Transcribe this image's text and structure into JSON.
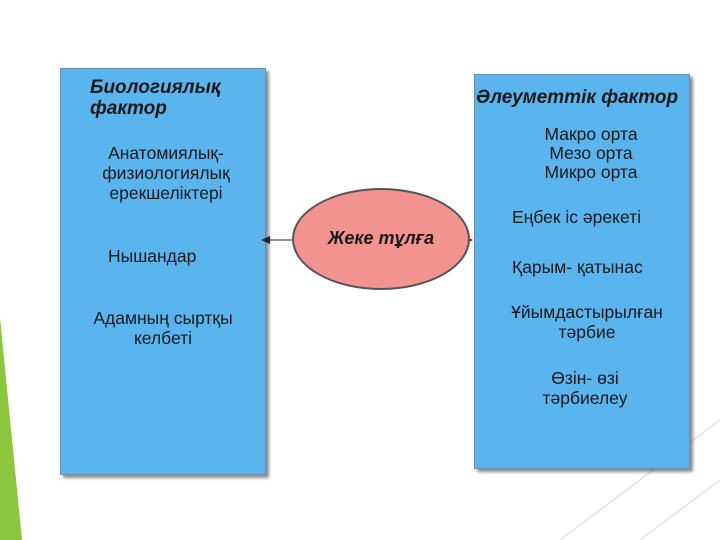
{
  "accent_colors": {
    "slide_green": "#8cc63f",
    "box_blue": "#5ab4ee",
    "center_pink": "#f3938f"
  },
  "center": {
    "label": "Жеке тұлға"
  },
  "left_box": {
    "heading": "Биологиялық\nфактор",
    "items": [
      "Анатомиялық-\nфизиологиялық\nерекшеліктері",
      "Нышандар",
      "Адамның сыртқы\nкелбеті"
    ]
  },
  "right_box": {
    "heading": "Әлеуметтік фактор",
    "items": [
      "Макро орта\nМезо орта\nМикро орта",
      "Еңбек іс әрекеті",
      "Қарым- қатынас",
      "Ұйымдастырылған\nтәрбие",
      "Өзін- өзі\nтәрбиелеу"
    ]
  }
}
